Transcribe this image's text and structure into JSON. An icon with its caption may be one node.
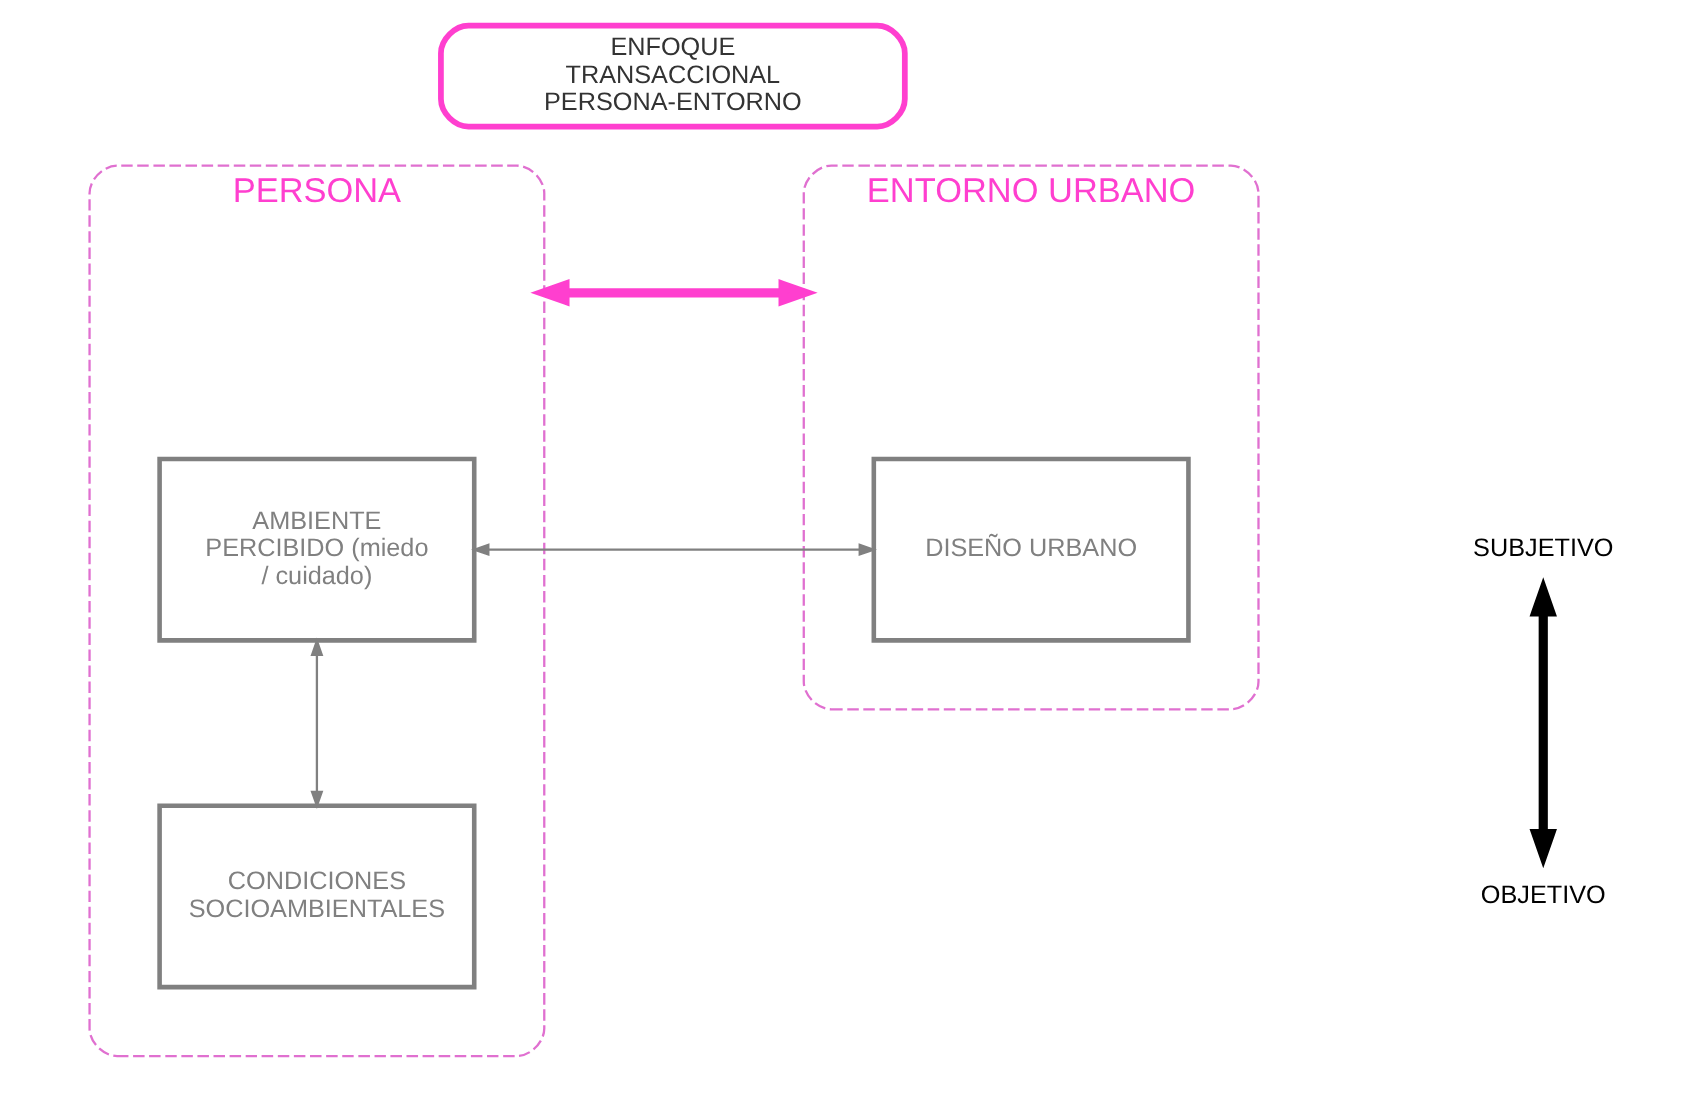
{
  "diagram": {
    "nodes": [
      {
        "text": [
          "ENFOQUE TRANSACCIONAL PERSONA-ENTORNO"
        ]
      },
      {
        "text": [
          "PERSONA"
        ]
      },
      {
        "text": [
          "AMBIENTE PERCIBIDO (miedo / cuidado)"
        ],
        "in": 1
      },
      {
        "text": [
          "CONDICIONES SOCIOAMBIENTALES"
        ],
        "in": 1
      },
      {
        "text": [
          "ENTORNO URBANO"
        ]
      },
      {
        "text": [
          "DISEÑO URBANO"
        ],
        "in": 4
      },
      {
        "text": [
          "SUBJETIVO"
        ]
      },
      {
        "text": [
          "OBJETIVO"
        ]
      }
    ],
    "edges": [
      {
        "from": 1,
        "to": 4,
        "arrow": "both",
        "style": "thick",
        "color": "#ff3fcf"
      },
      {
        "from": 2,
        "to": 3,
        "arrow": "both"
      },
      {
        "from": 5,
        "to": 2,
        "arrow": "both"
      },
      {
        "from": 6,
        "to": 7,
        "arrow": "both",
        "style": "thick",
        "color": "#000000"
      }
    ]
  }
}
